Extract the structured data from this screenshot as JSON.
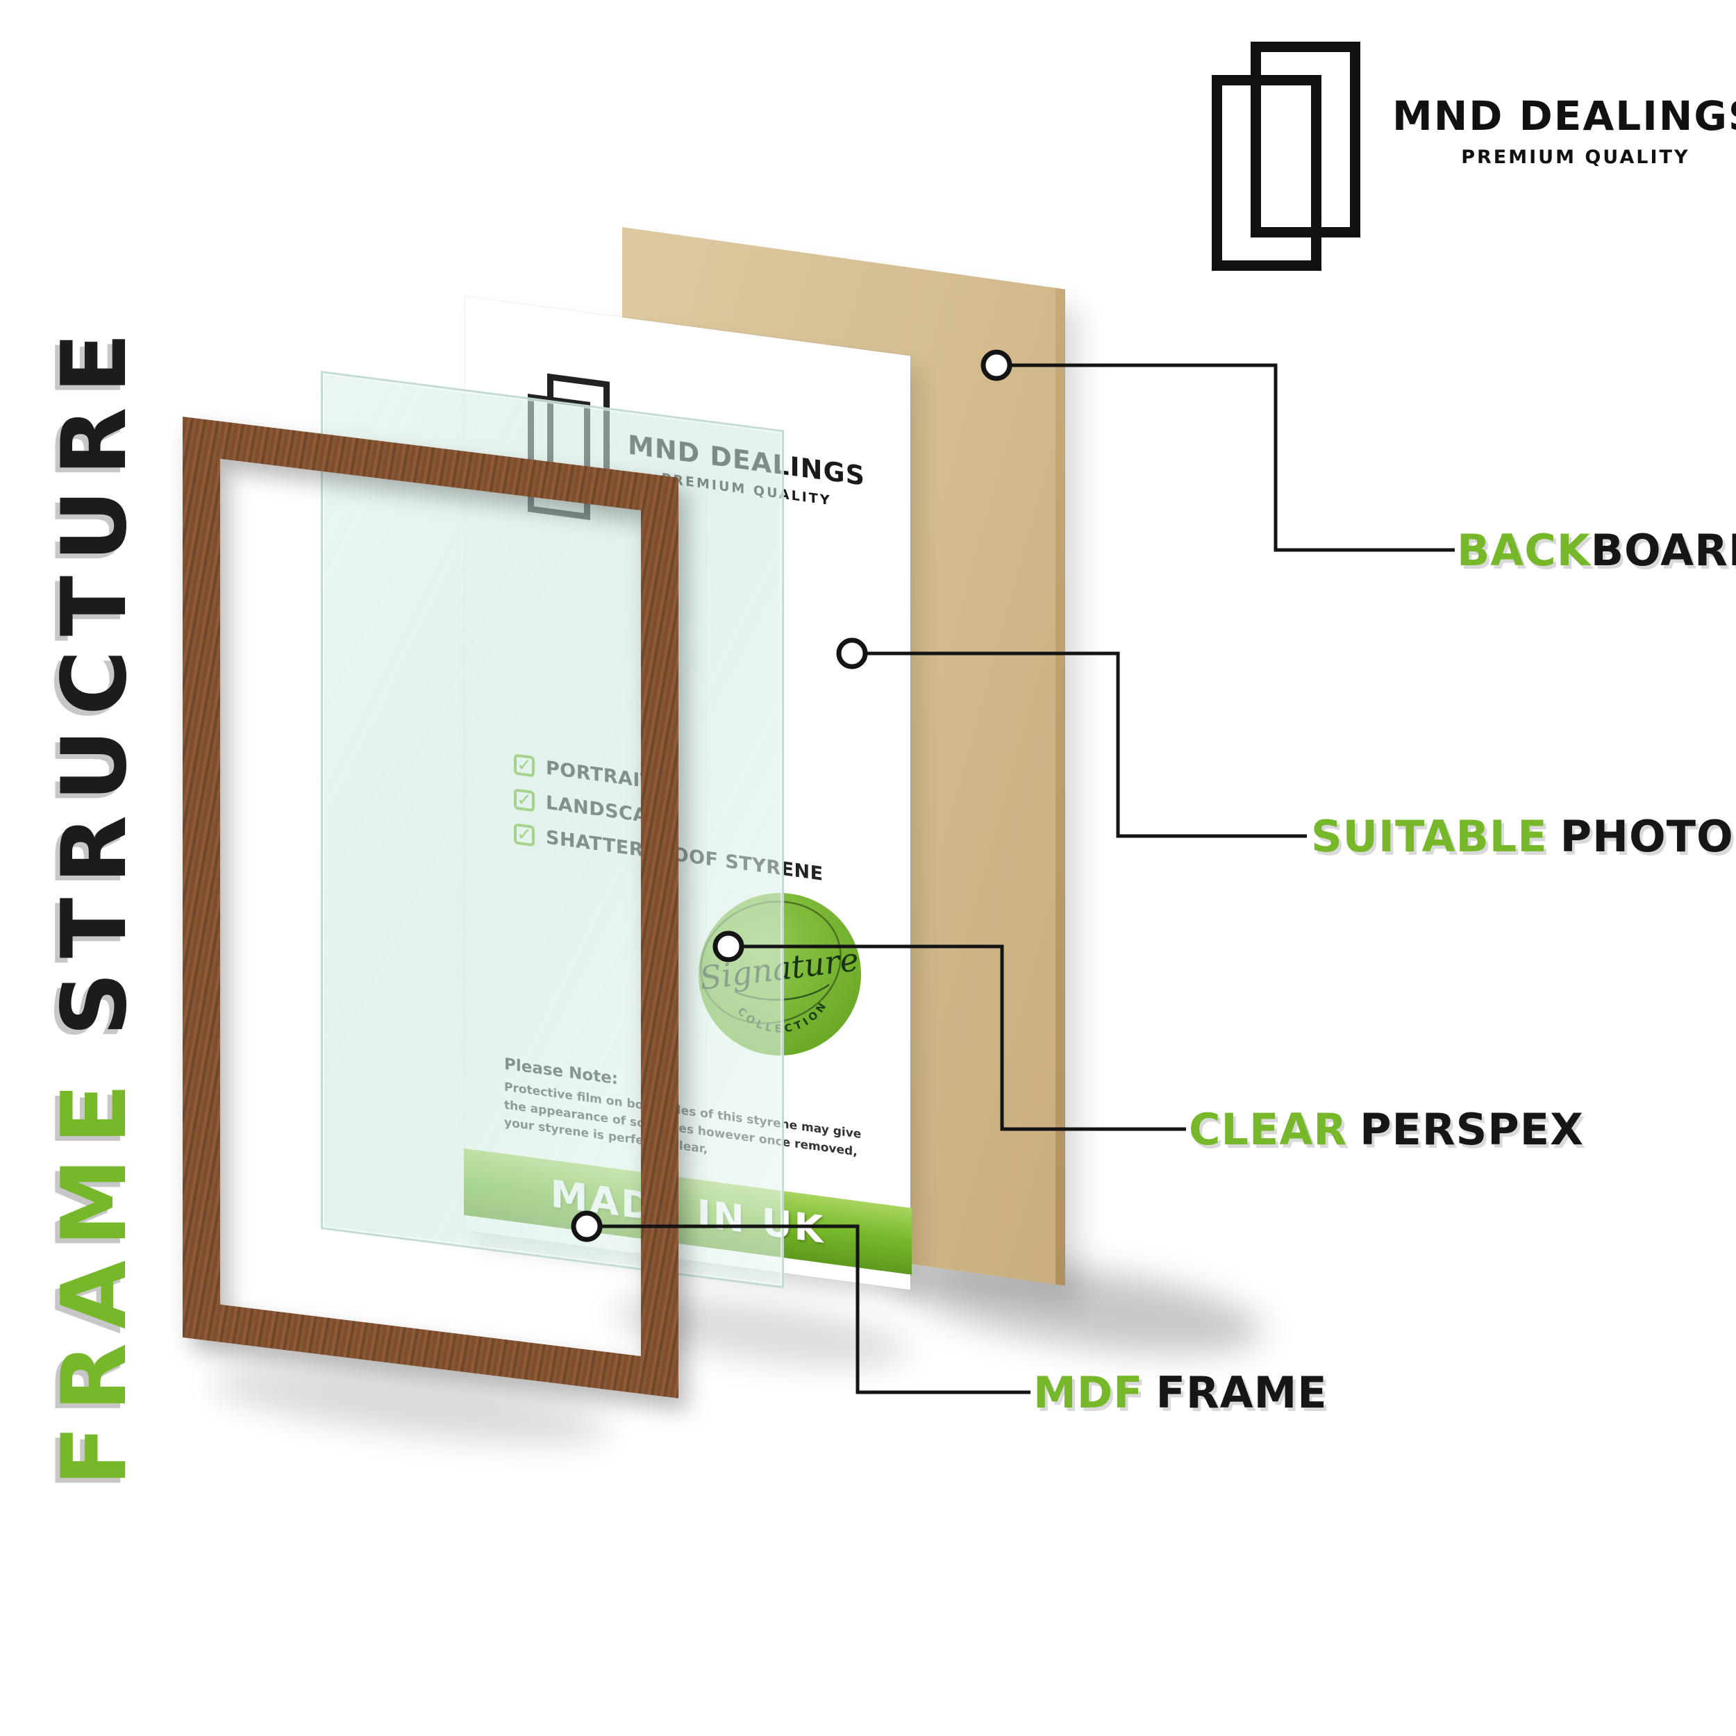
{
  "brand": {
    "name": "MND DEALINGS",
    "tagline": "PREMIUM QUALITY"
  },
  "side_title": {
    "word_green": "FRAME",
    "word_black": "STRUCTURE"
  },
  "insert": {
    "brand_name": "MND DEALINGS",
    "brand_tagline": "PREMIUM QUALITY",
    "checklist": [
      "PORTRAIT",
      "LANDSCAPE",
      "SHATTERPROOF STYRENE"
    ],
    "note_title": "Please Note:",
    "note_body": "Protective film on both sides of this styrene may give the appearance of scratches however once removed, your styrene is perfectly clear,",
    "banner": "MADE IN UK",
    "badge": {
      "script": "Signature",
      "arc": "COLLECTION"
    }
  },
  "callouts": [
    {
      "green": "BACK",
      "black": "BOARD"
    },
    {
      "green": "SUITABLE",
      "black": "PHOTO"
    },
    {
      "green": "CLEAR",
      "black": "PERSPEX"
    },
    {
      "green": "MDF",
      "black": "FRAME"
    }
  ],
  "colors": {
    "accent_green": "#76b82a",
    "wood_brown": "#8a5a38",
    "backboard_tan": "#d3bb8e",
    "label_black": "#161616"
  }
}
